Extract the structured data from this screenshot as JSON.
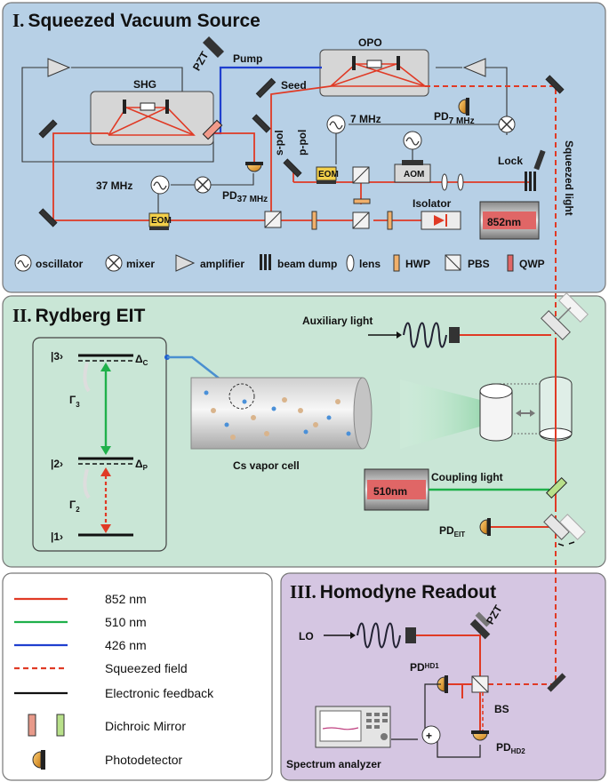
{
  "sections": {
    "vacuum": {
      "numeral": "I.",
      "title": "Squeezed Vacuum Source"
    },
    "eit": {
      "numeral": "II.",
      "title": "Rydberg EIT"
    },
    "homodyne": {
      "numeral": "III.",
      "title": "Homodyne Readout"
    }
  },
  "labels": {
    "shg": "SHG",
    "opo": "OPO",
    "pzt": "PZT",
    "pump": "Pump",
    "seed": "Seed",
    "spol": "s-pol",
    "ppol": "p-pol",
    "f7": "7 MHz",
    "pd": "PD",
    "pd_sub": "7 MHz",
    "lock": "Lock",
    "f37": "37 MHz",
    "pd37": "PD",
    "pd37_sub": "37 MHz",
    "eom": "EOM",
    "aom": "AOM",
    "isolator": "Isolator",
    "laser852": "852nm",
    "squeezed_light": "Squeezed light",
    "aux_light": "Auxiliary light",
    "coupling_light": "Coupling light",
    "laser510": "510nm",
    "pdeit": "PD",
    "pdeit_sub": "EIT",
    "cell": "Cs vapor cell",
    "lo": "LO",
    "bs": "BS",
    "pzt2": "PZT",
    "pdhd1": "PD",
    "pdhd1_sub": "HD1",
    "pdhd2": "PD",
    "pdhd2_sub": "HD2",
    "spectrum": "Spectrum analyzer"
  },
  "levels": {
    "l3": "|3›",
    "l2": "|2›",
    "l1": "|1›",
    "dc": "Δ",
    "dc_sub": "C",
    "dp": "Δ",
    "dp_sub": "P",
    "g3": "Γ",
    "g3_sub": "3",
    "g2": "Γ",
    "g2_sub": "2"
  },
  "components_legend": [
    {
      "icon": "oscillator-icon",
      "label": "oscillator"
    },
    {
      "icon": "mixer-icon",
      "label": "mixer"
    },
    {
      "icon": "amplifier-icon",
      "label": "amplifier"
    },
    {
      "icon": "beam-dump-icon",
      "label": "beam dump"
    },
    {
      "icon": "lens-icon",
      "label": "lens"
    },
    {
      "icon": "hwp-icon",
      "label": "HWP"
    },
    {
      "icon": "pbs-icon",
      "label": "PBS"
    },
    {
      "icon": "qwp-icon",
      "label": "QWP"
    }
  ],
  "line_legend": [
    {
      "label": "852 nm",
      "color": "#e03a25",
      "style": "solid"
    },
    {
      "label": "510 nm",
      "color": "#1fb04a",
      "style": "solid"
    },
    {
      "label": "426 nm",
      "color": "#1f3fcf",
      "style": "solid"
    },
    {
      "label": "Squeezed field",
      "color": "#e03a25",
      "style": "dashed"
    },
    {
      "label": "Electronic feedback",
      "color": "#111111",
      "style": "solid"
    },
    {
      "label": "Dichroic Mirror",
      "icon": "dichroic-mirror-icon"
    },
    {
      "label": "Photodetector",
      "icon": "photodetector-icon"
    }
  ],
  "colors": {
    "panel1": "#b7d0e6",
    "panel2": "#c9e6d6",
    "panel3": "#d5c6e2",
    "red": "#e03a25",
    "green": "#1fb04a",
    "blue": "#1f3fcf"
  }
}
